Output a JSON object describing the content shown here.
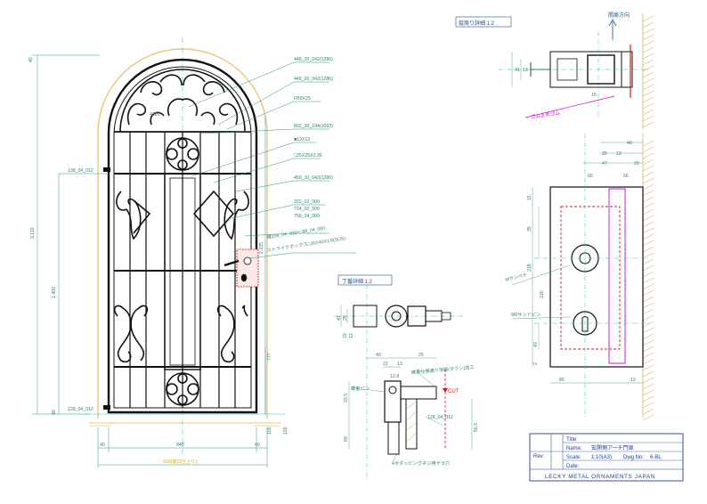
{
  "views": {
    "front": {
      "overall_height": "2,110",
      "lower_height": "1,400",
      "right_height": "2,225",
      "bottom_left_dim": "40",
      "bottom_right_dim": "40",
      "top_dim": "40",
      "clear_width": "840",
      "opening_width": "920(開口仕上り)",
      "knob_height": "777",
      "hinge_top": "128_04_012",
      "hinge_bottom": "128_04_012",
      "arch_label": "4326",
      "lower_right_small": "100",
      "side_small": "100",
      "callouts": [
        "449_20_042(1286)",
        "449_20_042(1286)",
        "FB9X25",
        "802_28_194(1093)",
        "■13X13",
        "□25X25X2.35",
        "450_10_042(1286)",
        "322_02_000",
        "724_02_500",
        "756_04_000",
        "鍵158_04_000+□98_04_000",
        "ストライクボックス□20X40X1.6(SUS)"
      ]
    },
    "latch_detail": {
      "title": "錠周り詳細 1:2",
      "direction": "開扉方向",
      "dims": [
        "41",
        "13",
        "15"
      ],
      "magenta_note": "ゴム止めゴム",
      "side_dims": [
        "40",
        "25",
        "13",
        "47",
        "20",
        "60",
        "56"
      ],
      "v_dims": [
        "35",
        "218",
        "120",
        "15",
        "43",
        "2"
      ],
      "note_top": "Mサンペナ",
      "note_mid": "M6サンドピン",
      "bottom_dims": [
        "80",
        "13"
      ]
    },
    "hinge_detail": {
      "title": "丁番詳細 1:2",
      "dims_top": [
        "41",
        "25",
        "19",
        "13"
      ],
      "dims_mid": [
        "40",
        "22",
        "13",
        "25",
        "12.8"
      ],
      "v_dims": [
        "23.5",
        "69",
        "56.5"
      ],
      "note_pin": "蝶番ピン",
      "note_weld": "蝶番仕様通り溶接(タラン)加工",
      "cut": "CUT",
      "part": "128_04_012",
      "tap": "4ボタッピングネジ用サラ穴"
    }
  },
  "title_block": {
    "title_label": "Title:",
    "name_label": "Name:",
    "name_value": "玄関側アーチ門扉",
    "scale_label": "Scale:",
    "scale_value": "1:10(A3)",
    "date_label": "Date:",
    "dwg_label": "Dwg No:",
    "dwg_value": "6-BL",
    "rev_label": "Rev:",
    "company": "LECKY METAL ORNAMENTS JAPAN"
  }
}
